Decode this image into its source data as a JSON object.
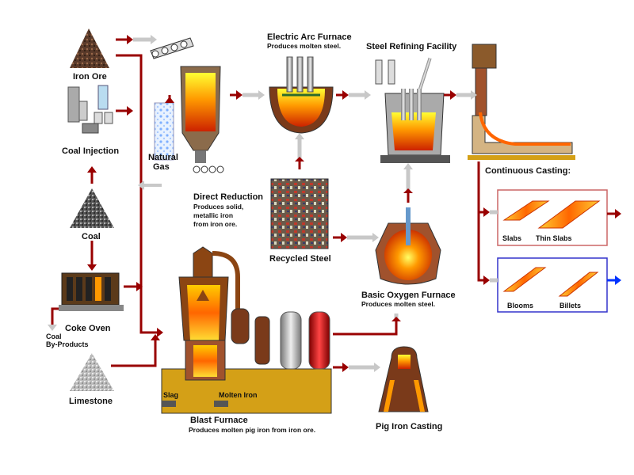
{
  "labels": {
    "iron_ore": "Iron Ore",
    "coal_injection": "Coal Injection",
    "natural_gas_1": "Natural",
    "natural_gas_2": "Gas",
    "coal": "Coal",
    "coke_oven": "Coke Oven",
    "coal_byproducts_1": "Coal",
    "coal_byproducts_2": "By-Products",
    "limestone": "Limestone",
    "eaf_title": "Electric Arc Furnace",
    "eaf_sub": "Produces molten steel.",
    "refining": "Steel Refining Facility",
    "continuous_casting": "Continuous Casting:",
    "direct_reduction": "Direct Reduction",
    "dr_sub_1": "Produces solid,",
    "dr_sub_2": "metallic iron",
    "dr_sub_3": "from iron ore.",
    "recycled_steel": "Recycled Steel",
    "bof_title": "Basic Oxygen Furnace",
    "bof_sub": "Produces molten steel.",
    "slabs": "Slabs",
    "thin_slabs": "Thin Slabs",
    "blooms": "Blooms",
    "billets": "Billets",
    "slag": "Slag",
    "molten_iron": "Molten Iron",
    "blast_furnace": "Blast Furnace",
    "bf_sub": "Produces molten pig iron from iron ore.",
    "pig_iron": "Pig Iron Casting"
  },
  "colors": {
    "arrow_red": "#990000",
    "arrow_gray": "#c8c8c8",
    "molten": "#ff9900",
    "hot": "#ff3300",
    "furnace_brown": "#8b4513",
    "base_tan": "#d4a017",
    "slab_box": "#cc6666",
    "bloom_box": "#3333cc",
    "blue_arrow": "#0033ff"
  }
}
